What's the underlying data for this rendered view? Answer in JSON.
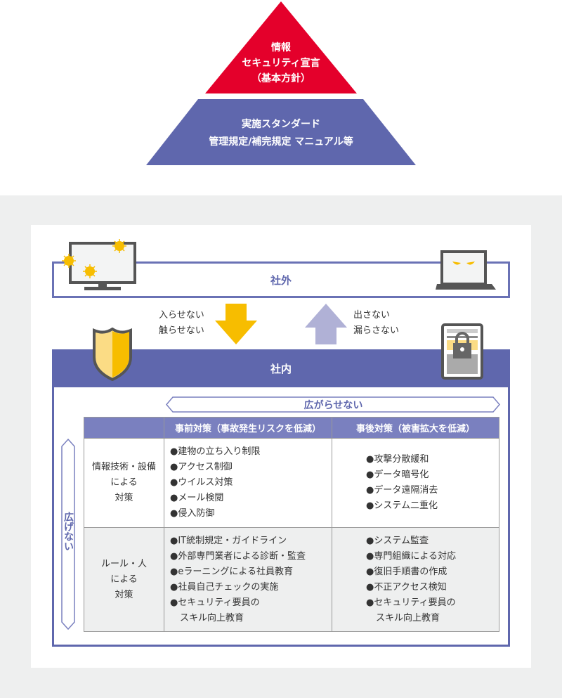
{
  "pyramid": {
    "top_lines": [
      "情報",
      "セキュリティ宣言",
      "（基本方針）"
    ],
    "bottom_lines": [
      "実施スタンダード",
      "管理規定/補完規定 マニュアル等"
    ]
  },
  "zones": {
    "outside": "社外",
    "inside": "社内"
  },
  "arrows": {
    "down_lines": [
      "入らせない",
      "触らせない"
    ],
    "up_lines": [
      "出さない",
      "漏らさない"
    ],
    "horizontal": "広がらせない",
    "vertical": "広げない"
  },
  "colors": {
    "red": "#e4002b",
    "blue": "#5f67ad",
    "yellow": "#f7bd00",
    "lavender": "#b0b1d6"
  },
  "table": {
    "headers": [
      "",
      "事前対策（事故発生リスクを低減）",
      "事後対策（被害拡大を低減）"
    ],
    "rows": [
      {
        "label_lines": [
          "情報技術・設備",
          "による",
          "対策"
        ],
        "pre": [
          "●建物の立ち入り制限",
          "●アクセス制御",
          "●ウイルス対策",
          "●メール検閲",
          "●侵入防御"
        ],
        "post": [
          "●攻撃分散緩和",
          "●データ暗号化",
          "●データ遠隔消去",
          "●システム二重化"
        ]
      },
      {
        "label_lines": [
          "ルール・人",
          "による",
          "対策"
        ],
        "pre": [
          "●IT統制規定・ガイドライン",
          "●外部専門業者による診断・監査",
          "●eラーニングによる社員教育",
          "●社員自己チェックの実施",
          "●セキュリティ要員の",
          "スキル向上教育"
        ],
        "post": [
          "●システム監査",
          "●専門組織による対応",
          "●復旧手順書の作成",
          "●不正アクセス検知",
          "●セキュリティ要員の",
          "スキル向上教育"
        ]
      }
    ]
  }
}
